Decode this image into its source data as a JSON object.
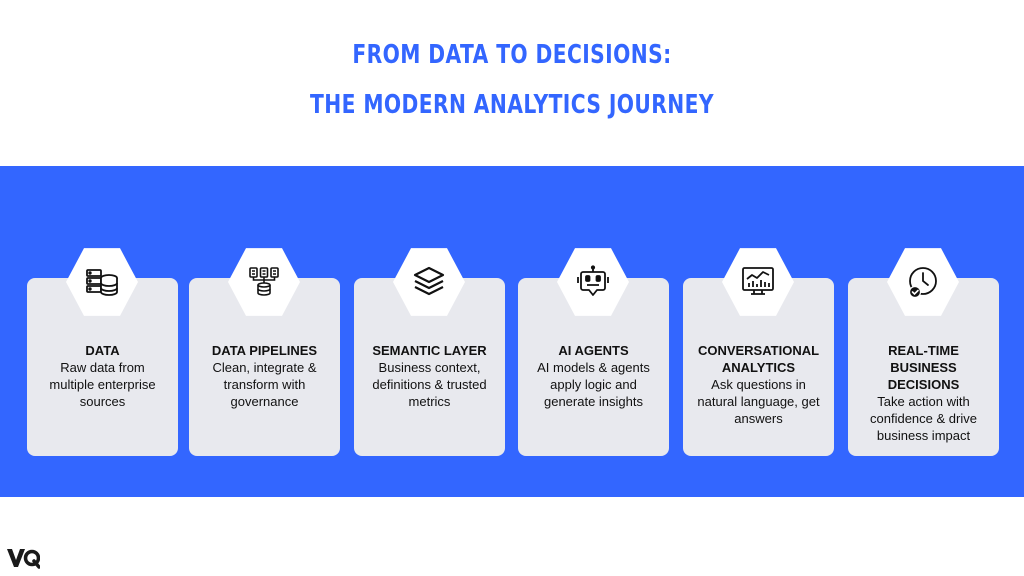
{
  "header": {
    "title_line1": "FROM DATA TO DECISIONS:",
    "title_line2": "THE MODERN ANALYTICS JOURNEY"
  },
  "colors": {
    "accent": "#3366ff",
    "card_bg": "#e8e9ee",
    "text": "#111111"
  },
  "steps": [
    {
      "icon": "database-server-icon",
      "title": "DATA",
      "desc": "Raw data from multiple enterprise sources"
    },
    {
      "icon": "data-pipeline-icon",
      "title": "DATA PIPELINES",
      "desc": "Clean, integrate & transform with governance"
    },
    {
      "icon": "layers-stack-icon",
      "title": "SEMANTIC LAYER",
      "desc": "Business context, definitions & trusted metrics"
    },
    {
      "icon": "robot-chat-icon",
      "title": "AI AGENTS",
      "desc": "AI models & agents apply logic and generate insights"
    },
    {
      "icon": "analytics-monitor-icon",
      "title": "CONVERSATIONAL ANALYTICS",
      "desc": "Ask questions in natural language, get answers"
    },
    {
      "icon": "clock-check-icon",
      "title": "REAL-TIME BUSINESS DECISIONS",
      "desc": "Take action with confidence & drive business impact"
    }
  ],
  "logo": {
    "text": "VQ"
  }
}
